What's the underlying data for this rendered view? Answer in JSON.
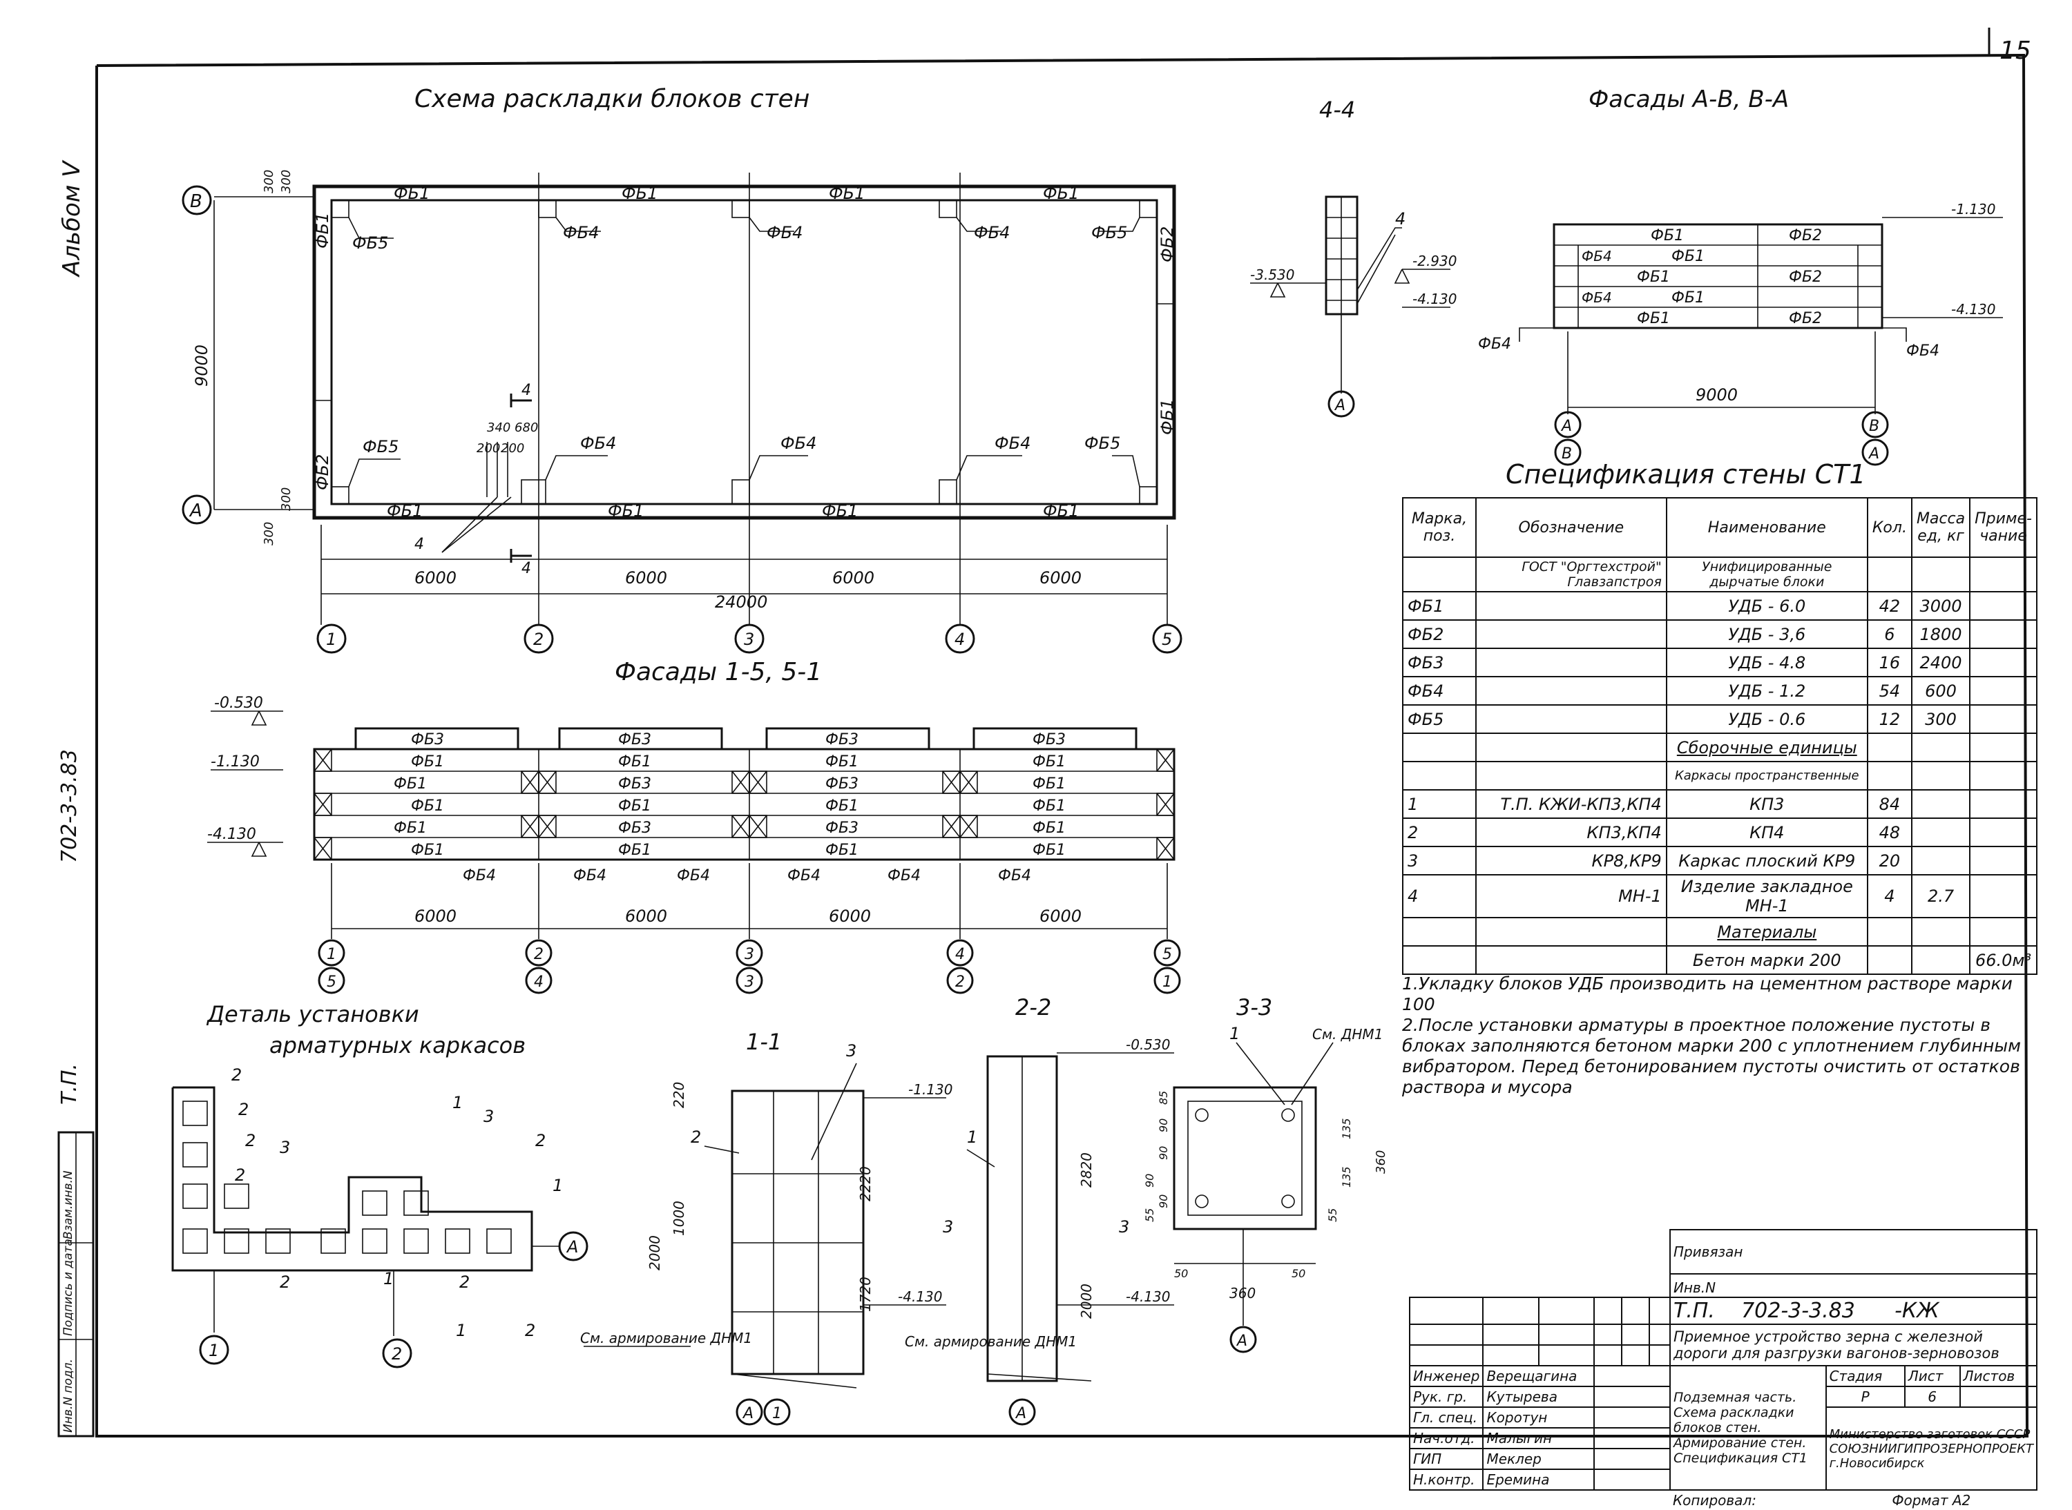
{
  "sheet_number": "15",
  "album": "Альбом V",
  "side_code": "702-3-3.83",
  "side_tp": "Т.П.",
  "side_stamp": [
    "Инв.N подл.",
    "Подпись и дата",
    "Взам.инв.N"
  ],
  "titles": {
    "plan": "Схема раскладки блоков стен",
    "facades_ab": "Фасады А-В, В-А",
    "sec44": "4-4",
    "facades_15": "Фасады 1-5, 5-1",
    "detail": [
      "Деталь установки",
      "арматурных каркасов"
    ],
    "sec11": "1-1",
    "sec22": "2-2",
    "sec33": "3-3",
    "spec": "Спецификация стены СТ1"
  },
  "plan": {
    "axes_letters": [
      "В",
      "А"
    ],
    "axes_numbers": [
      "1",
      "2",
      "3",
      "4",
      "5"
    ],
    "dim_bays": [
      "6000",
      "6000",
      "6000",
      "6000"
    ],
    "dim_total": "24000",
    "dim_height": "9000",
    "dim_300": [
      "300",
      "300",
      "300",
      "300"
    ],
    "dim_small": [
      "340",
      "680",
      "200",
      "200"
    ],
    "cut": "4",
    "blocks": {
      "fb1": "ФБ1",
      "fb2": "ФБ2",
      "fb3": "ФБ3",
      "fb4": "ФБ4",
      "fb5": "ФБ5"
    }
  },
  "sec44": {
    "lvl1": "-2.930",
    "lvl2": "-4.130",
    "lvl3": "-3.530",
    "mark": "4",
    "axis": "А"
  },
  "facades_ab": {
    "lvl1": "-1.130",
    "lvl2": "-4.130",
    "dim": "9000",
    "axes": [
      "А",
      "В",
      "В",
      "А"
    ]
  },
  "facades_15": {
    "lvl1": "-0.530",
    "lvl2": "-1.130",
    "lvl3": "-4.130",
    "dims": [
      "6000",
      "6000",
      "6000",
      "6000"
    ],
    "axes_top": [
      "1",
      "2",
      "3",
      "4",
      "5"
    ],
    "axes_bot": [
      "5",
      "4",
      "3",
      "2",
      "1"
    ]
  },
  "detail": {
    "marks": [
      "1",
      "2",
      "3"
    ],
    "axis_a": "А",
    "axis_1": "1",
    "axis_2": "2"
  },
  "sec11": {
    "dims": [
      "220",
      "2220",
      "1000",
      "2000",
      "1720"
    ],
    "lvl1": "-1.130",
    "lvl2": "-4.130",
    "marks": [
      "2",
      "3"
    ],
    "note": "См. армирование ДНМ1",
    "axes": [
      "А",
      "1"
    ]
  },
  "sec22": {
    "dims": [
      "2820",
      "2000"
    ],
    "lvl1": "-0.530",
    "lvl2": "-4.130",
    "mark": "1",
    "cut": "3",
    "note": "См. армирование ДНМ1",
    "axis": "А"
  },
  "sec33": {
    "mark": "1",
    "note": "См. ДНМ1",
    "dims_left": [
      "85",
      "90",
      "90",
      "90",
      "90",
      "55"
    ],
    "dims_right": [
      "135",
      "135",
      "55",
      "360"
    ],
    "dims_bottom": [
      "50",
      "50",
      "360"
    ],
    "axis": "А"
  },
  "spec": {
    "headers": [
      "Марка, поз.",
      "Обозначение",
      "Наименование",
      "Кол.",
      "Масса ед, кг",
      "Приме-чание"
    ],
    "rows": [
      [
        "",
        "ГОСТ \"Оргтехстрой\" Главзапстроя",
        "Унифицированные дырчатые блоки",
        "",
        "",
        ""
      ],
      [
        "ФБ1",
        "",
        "УДБ - 6.0",
        "42",
        "3000",
        ""
      ],
      [
        "ФБ2",
        "",
        "УДБ - 3,6",
        "6",
        "1800",
        ""
      ],
      [
        "ФБ3",
        "",
        "УДБ - 4.8",
        "16",
        "2400",
        ""
      ],
      [
        "ФБ4",
        "",
        "УДБ - 1.2",
        "54",
        "600",
        ""
      ],
      [
        "ФБ5",
        "",
        "УДБ - 0.6",
        "12",
        "300",
        ""
      ],
      [
        "",
        "",
        "Сборочные единицы",
        "",
        "",
        ""
      ],
      [
        "",
        "",
        "Каркасы пространственные",
        "",
        "",
        ""
      ],
      [
        "1",
        "Т.П.      КЖИ-КП3,КП4",
        "КП3",
        "84",
        "",
        ""
      ],
      [
        "2",
        "КП3,КП4",
        "КП4",
        "48",
        "",
        ""
      ],
      [
        "3",
        "КР8,КР9",
        "Каркас плоский КР9",
        "20",
        "",
        ""
      ],
      [
        "4",
        "МН-1",
        "Изделие закладное МН-1",
        "4",
        "2.7",
        ""
      ],
      [
        "",
        "",
        "Материалы",
        "",
        "",
        ""
      ],
      [
        "",
        "",
        "Бетон марки 200",
        "",
        "",
        "66.0м³"
      ]
    ]
  },
  "notes": [
    "1.Укладку блоков УДБ производить на цементном растворе марки 100",
    "2.После установки арматуры в проектное положение пустоты в блоках заполняются бетоном марки 200 с уплотнением глубинным вибратором. Перед бетонированием пустоты очистить от остатков раствора и мусора"
  ],
  "stamp": {
    "privyazan": "Привязан",
    "inv": "Инв.N",
    "tp": "Т.П.",
    "code": "702-3-3.83",
    "suffix": "-КЖ",
    "project": "Приемное устройство зерна с железной дороги для разгрузки вагонов-зерновозов",
    "sheet_title": "Подземная часть. Схема раскладки блоков стен. Армирование стен. Спецификация СТ1",
    "stage_h": "Стадия",
    "list_h": "Лист",
    "lists_h": "Листов",
    "stage": "Р",
    "list": "6",
    "org": "Министерство заготовок СССР СОЮЗНИИГИПРОЗЕРНОПРОЕКТ г.Новосибирск",
    "roles": [
      "Инженер",
      "Рук. гр.",
      "Гл. спец.",
      "Нач.отд.",
      "ГИП",
      "Н.контр."
    ],
    "names": [
      "Верещагина",
      "Кутырева",
      "Коротун",
      "Малыгин",
      "Меклер",
      "Еремина"
    ],
    "copied": "Копировал:",
    "format": "Формат А2"
  }
}
